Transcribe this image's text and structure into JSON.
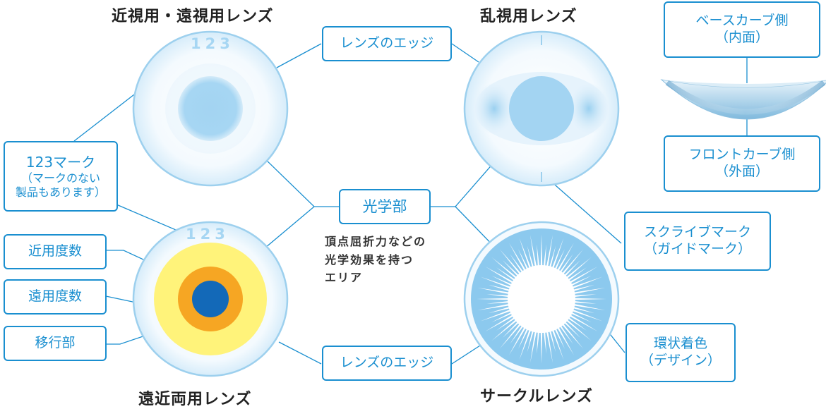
{
  "titles": {
    "near_far": "近視用・遠視用レンズ",
    "astig": "乱視用レンズ",
    "bifocal": "遠近両用レンズ",
    "circle": "サークルレンズ"
  },
  "labels": {
    "edge_top": "レンズのエッジ",
    "edge_bottom": "レンズのエッジ",
    "optical": "光学部",
    "optical_desc_1": "頂点屈折力などの",
    "optical_desc_2": "光学効果を持つ",
    "optical_desc_3": "エリア",
    "mark_123_line1": "123マーク",
    "mark_123_line2": "（マークのない",
    "mark_123_line3": "製品もあります）",
    "near_power": "近用度数",
    "far_power": "遠用度数",
    "transition": "移行部",
    "scribe_line1": "スクライブマーク",
    "scribe_line2": "（ガイドマーク）",
    "ring_line1": "環状着色",
    "ring_line2": "（デザイン）",
    "base_curve_line1": "ベースカーブ側",
    "base_curve_line2": "（内面）",
    "front_curve_line1": "フロントカーブ側",
    "front_curve_line2": "（外面）"
  },
  "lens_marks": {
    "top_left": "123",
    "bottom_left": "123"
  },
  "colors": {
    "accent": "#1a8fd0",
    "lens_blue": "#a9d8f3",
    "bifocal_yellow": "#fff37a",
    "bifocal_orange": "#f6a623",
    "bifocal_center": "#1369b8"
  }
}
